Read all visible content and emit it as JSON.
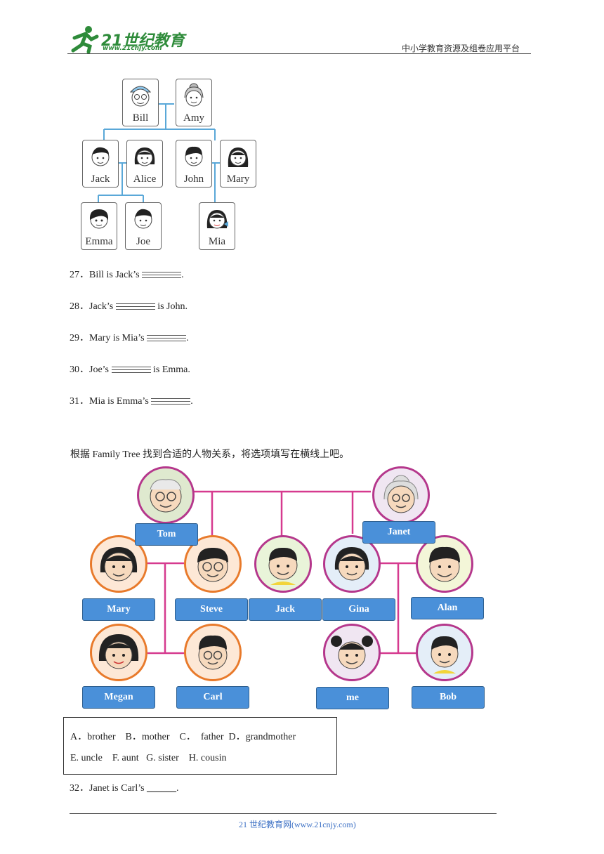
{
  "header": {
    "logo_main": "21世纪教育",
    "logo_sub": "www.21cnjy.com",
    "right": "中小学教育资源及组卷应用平台"
  },
  "tree1": {
    "names": [
      "Bill",
      "Amy",
      "Jack",
      "Alice",
      "John",
      "Mary",
      "Emma",
      "Joe",
      "Mia"
    ]
  },
  "questions1": [
    {
      "num": "27．",
      "before": "Bill is Jack’s ",
      "after": "."
    },
    {
      "num": "28．",
      "before": "Jack’s ",
      "after": " is John."
    },
    {
      "num": "29．",
      "before": "Mary is Mia’s ",
      "after": "."
    },
    {
      "num": "30．",
      "before": "Joe’s ",
      "after": " is Emma."
    },
    {
      "num": "31．",
      "before": "Mia is Emma’s ",
      "after": "."
    }
  ],
  "instruction": "根据 Family Tree 找到合适的人物关系，将选项填写在横线上吧。",
  "tree2": {
    "names": [
      "Tom",
      "Janet",
      "Mary",
      "Steve",
      "Jack",
      "Gina",
      "Alan",
      "Megan",
      "Carl",
      "me",
      "Bob"
    ],
    "line_color": "#d63a8f",
    "box_color": "#4a90d9"
  },
  "options": {
    "line1": "A．brother    B．mother    C．  father  D．grandmother",
    "line2": "E. uncle    F. aunt   G. sister    H. cousin"
  },
  "question32": {
    "num": "32．",
    "text": "Janet is Carl’s ",
    "blank": "______",
    "after": "."
  },
  "footer": "21 世纪教育网(www.21cnjy.com)"
}
